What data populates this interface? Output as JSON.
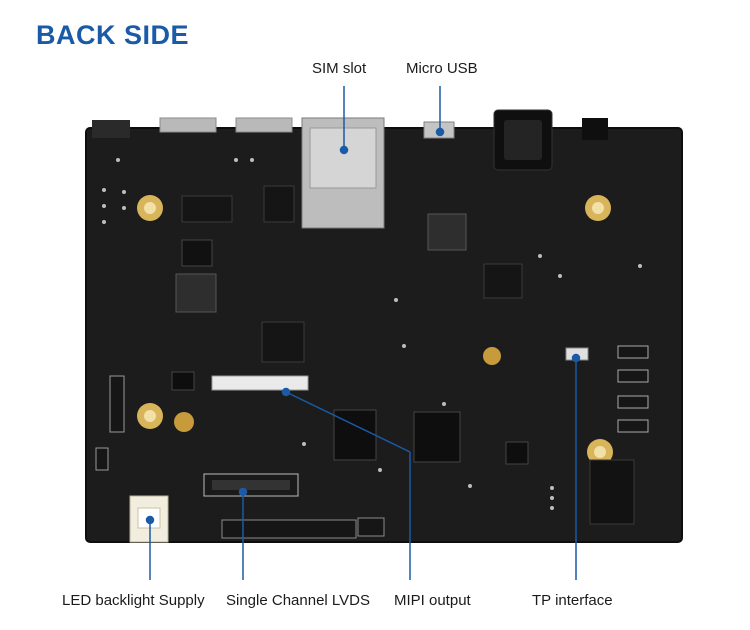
{
  "title": "BACK SIDE",
  "accent_color": "#1a5aa6",
  "callouts": {
    "sim_slot": "SIM slot",
    "micro_usb": "Micro USB",
    "led_backlight": "LED backlight Supply",
    "single_lvds": "Single Channel LVDS",
    "mipi_output": "MIPI output",
    "tp_interface": "TP interface"
  },
  "board": {
    "pcb_color": "#1c1c1c",
    "silkscreen_color": "#d9d9d9",
    "pad_color": "#d8b45a",
    "callout_line_color": "#1a5aa6"
  }
}
